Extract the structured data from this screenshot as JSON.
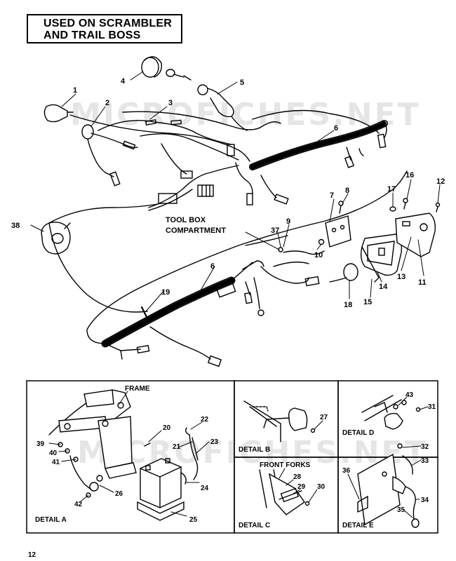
{
  "title": {
    "line1": "USED ON SCRAMBLER",
    "line2": "AND TRAIL BOSS"
  },
  "watermark": "MICROFICHES.NET",
  "page_number": "12",
  "main_labels": {
    "tool_box_1": "TOOL BOX",
    "tool_box_2": "COMPARTMENT",
    "n1": "1",
    "n2": "2",
    "n3": "3",
    "n4": "4",
    "n5": "5",
    "n6a": "6",
    "n6b": "6",
    "n7": "7",
    "n8": "8",
    "n9": "9",
    "n10": "10",
    "n11": "11",
    "n12": "12",
    "n13": "13",
    "n14": "14",
    "n15": "15",
    "n16": "16",
    "n17": "17",
    "n18": "18",
    "n19": "19",
    "n37": "37",
    "n38": "38"
  },
  "detail_a": {
    "caption": "DETAIL A",
    "frame": "FRAME",
    "n20": "20",
    "n21": "21",
    "n22": "22",
    "n23": "23",
    "n24": "24",
    "n25": "25",
    "n26": "26",
    "n39": "39",
    "n40": "40",
    "n41": "41",
    "n42": "42"
  },
  "detail_b": {
    "caption": "DETAIL B",
    "n27": "27"
  },
  "detail_c": {
    "caption": "DETAIL C",
    "front_forks": "FRONT FORKS",
    "n28": "28",
    "n29": "29",
    "n30": "30"
  },
  "detail_d": {
    "caption": "DETAIL D",
    "n43": "43",
    "n31": "31"
  },
  "detail_e": {
    "caption": "DETAIL E",
    "n32": "32",
    "n33": "33",
    "n34": "34",
    "n35": "35",
    "n36": "36"
  }
}
